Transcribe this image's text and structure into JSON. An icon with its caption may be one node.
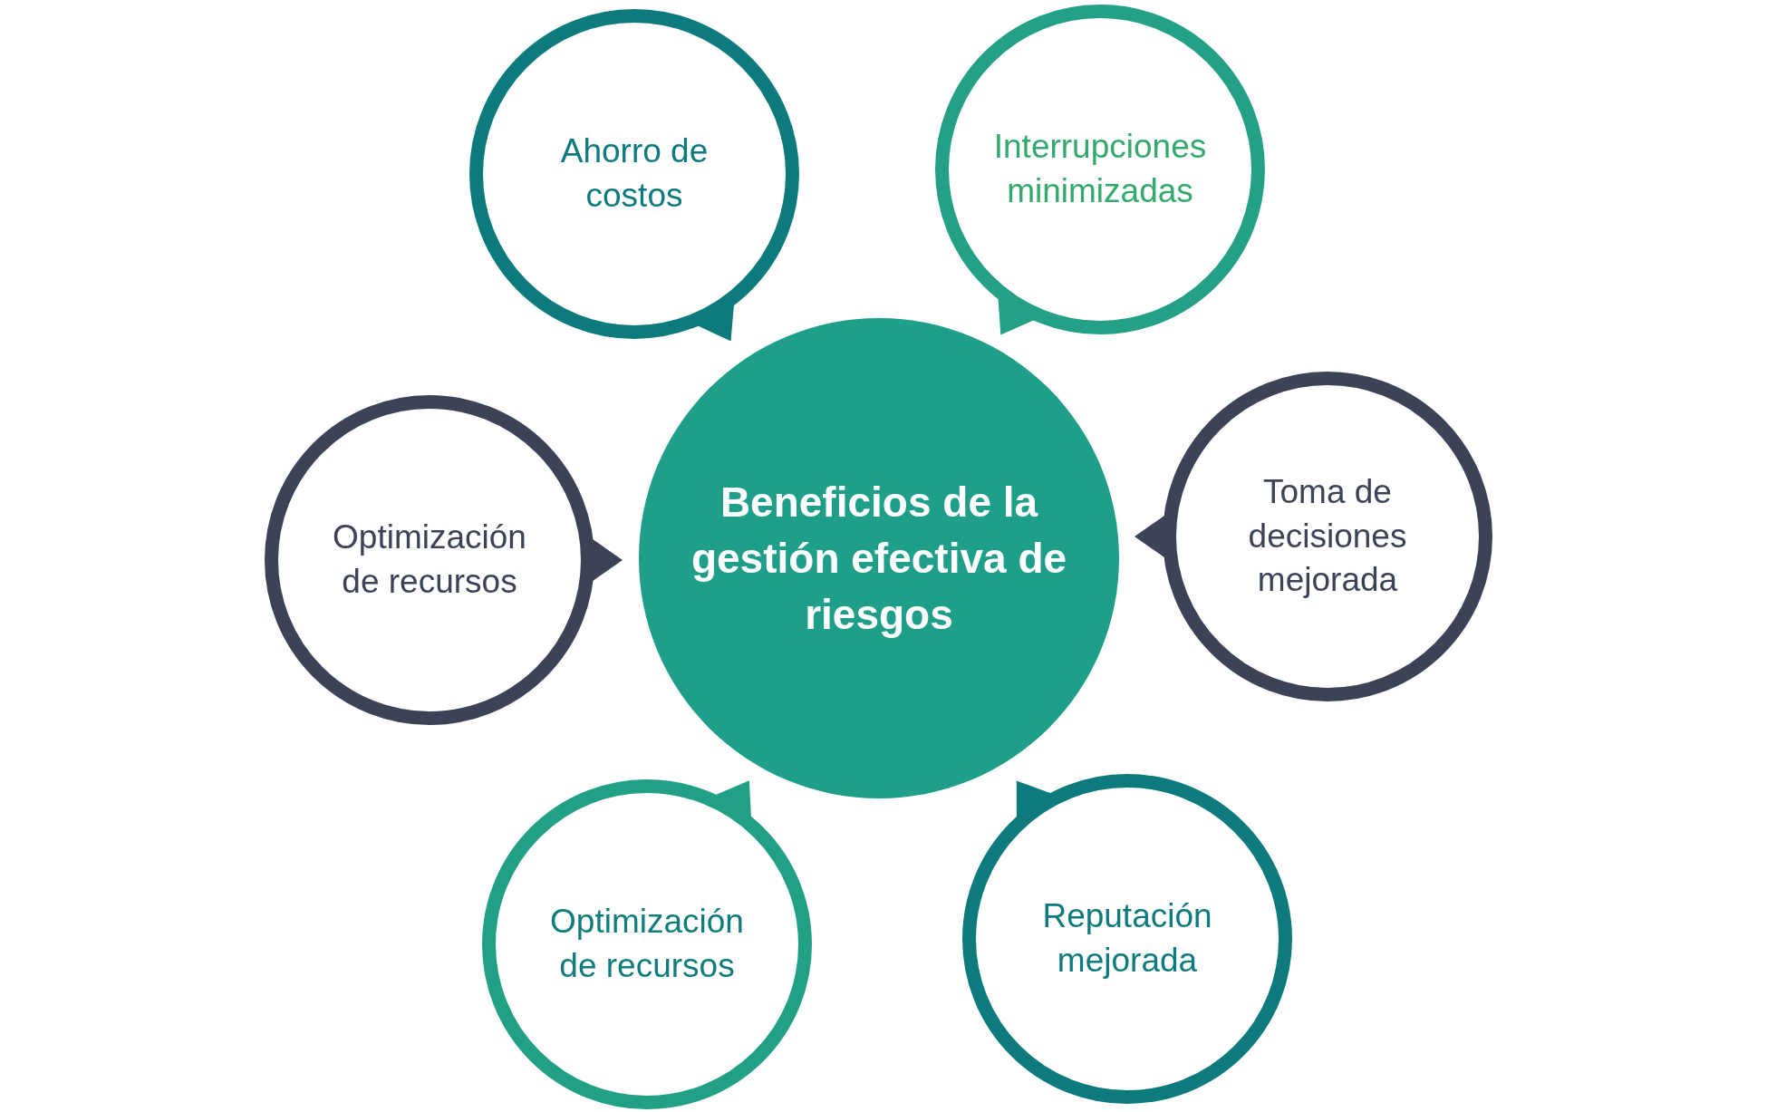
{
  "diagram": {
    "nodes": [
      {
        "text": [
          "Ahorro de costos"
        ]
      },
      {
        "text": [
          "Interrupciones minimizadas"
        ]
      },
      {
        "text": [
          "Optimización de recursos"
        ]
      },
      {
        "text": [
          "Beneficios de la gestión efectiva de riesgos"
        ]
      },
      {
        "text": [
          "Toma de decisiones mejorada"
        ]
      },
      {
        "text": [
          "Optimización de recursos"
        ]
      },
      {
        "text": [
          "Reputación mejorada"
        ]
      }
    ]
  }
}
